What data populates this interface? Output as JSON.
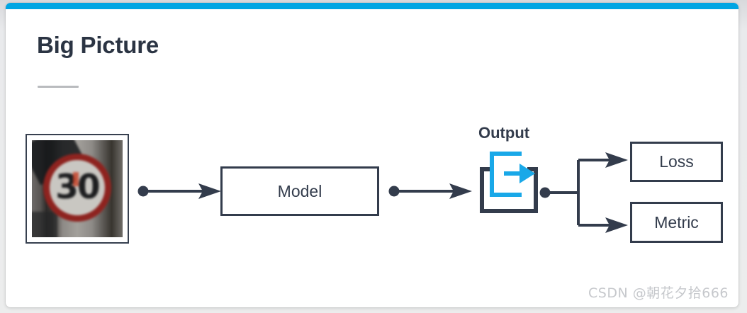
{
  "slide": {
    "title": "Big Picture",
    "accent_color": "#00a5e3",
    "ink_color": "#333c4c"
  },
  "diagram": {
    "type": "flow",
    "nodes": [
      {
        "id": "input",
        "kind": "image-thumbnail",
        "label": "",
        "alt": "blurred German 30 km/h speed limit traffic sign photo",
        "sign_digits": "30"
      },
      {
        "id": "model",
        "kind": "box",
        "label": "Model"
      },
      {
        "id": "output",
        "kind": "icon",
        "label": "Output",
        "icon": "export-output-icon"
      },
      {
        "id": "loss",
        "kind": "box",
        "label": "Loss"
      },
      {
        "id": "metric",
        "kind": "box",
        "label": "Metric"
      }
    ],
    "edges": [
      {
        "from": "input",
        "to": "model",
        "style": "dot-to-arrow"
      },
      {
        "from": "model",
        "to": "output",
        "style": "dot-to-arrow"
      },
      {
        "from": "output",
        "to": "loss",
        "style": "dot-split-arrow"
      },
      {
        "from": "output",
        "to": "metric",
        "style": "dot-split-arrow"
      }
    ]
  },
  "watermark": {
    "text": "CSDN @朝花夕拾666"
  }
}
